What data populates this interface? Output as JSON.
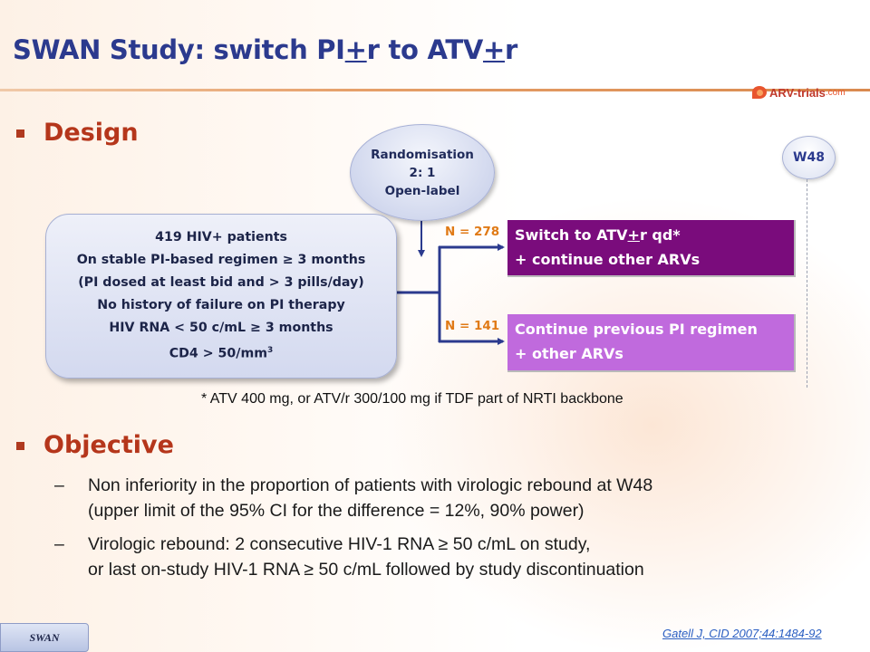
{
  "slide": {
    "title_pre": "SWAN Study: switch PI",
    "title_u1": "+",
    "title_mid": "r to ATV",
    "title_u2": "+",
    "title_post": "r",
    "logo_text": "ARV-trials",
    "logo_suffix": ".com"
  },
  "design": {
    "heading": "Design",
    "randomisation": [
      "Randomisation",
      "2: 1",
      "Open-label"
    ],
    "timepoint": "W48",
    "patients": [
      "419 HIV+ patients",
      "On stable PI-based regimen ≥ 3 months",
      "(PI dosed at least bid and > 3 pills/day)",
      "No history of failure on PI therapy",
      "HIV RNA < 50 c/mL ≥ 3 months",
      "CD4 > 50/mm"
    ],
    "patients_sup": "3",
    "arms": [
      {
        "n_label": "N = 278",
        "line1_pre": "Switch to ATV",
        "line1_u": "+",
        "line1_post": "r qd*",
        "line2": "+ continue other ARVs",
        "color": "#7a0c7c"
      },
      {
        "n_label": "N = 141",
        "line1": "Continue previous PI regimen",
        "line2": "+ other ARVs",
        "color": "#c06add"
      }
    ],
    "footnote": "* ATV 400 mg, or ATV/r 300/100 mg if TDF part of NRTI backbone"
  },
  "objective": {
    "heading": "Objective",
    "items": [
      {
        "dash": "–",
        "line1": "Non inferiority in the proportion of patients with virologic rebound at W48",
        "line2": "(upper limit of the 95% CI for the difference = 12%, 90% power)"
      },
      {
        "dash": "–",
        "line1": "Virologic rebound: 2 consecutive HIV-1 RNA ≥ 50 c/mL on study,",
        "line2": "or last on-study HIV-1 RNA ≥ 50 c/mL followed by study discontinuation"
      }
    ]
  },
  "footer": {
    "tag": "SWAN",
    "reference": "Gatell J, CID 2007;44:1484-92"
  }
}
